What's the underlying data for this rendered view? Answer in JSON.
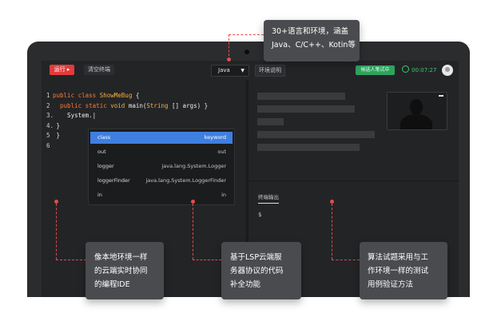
{
  "toolbar": {
    "run_label": "运行 ▸",
    "clear_label": "清空终端",
    "language": "Java",
    "env_label": "环境说明",
    "badge": "候选人笔试中",
    "timer": "00:07:27"
  },
  "editor": {
    "lines": [
      {
        "n": "1",
        "parts": [
          [
            "kw",
            "public class "
          ],
          [
            "cls",
            "ShowMeBug"
          ],
          [
            "",
            " {"
          ]
        ]
      },
      {
        "n": "2",
        "parts": [
          [
            "",
            "  "
          ],
          [
            "kw",
            "public static "
          ],
          [
            "cls",
            "void "
          ],
          [
            "",
            "main("
          ],
          [
            "cls",
            "String"
          ],
          [
            "",
            " [] args) }"
          ]
        ]
      },
      {
        "n": "3.",
        "parts": [
          [
            "",
            "    System.|"
          ]
        ]
      },
      {
        "n": "4.",
        "parts": [
          [
            "",
            " }"
          ]
        ]
      },
      {
        "n": "5",
        "parts": [
          [
            "",
            " }"
          ]
        ]
      },
      {
        "n": "6",
        "parts": [
          [
            "",
            ""
          ]
        ]
      }
    ],
    "autocomplete": [
      {
        "label": "class",
        "type": "keyword",
        "active": true
      },
      {
        "label": "out",
        "type": "out",
        "active": false
      },
      {
        "label": "logger",
        "type": "java.lang.System.Logger",
        "active": false
      },
      {
        "label": "loggerFinder",
        "type": "java.lang.System.LoggerFinder",
        "active": false
      },
      {
        "label": "in",
        "type": "in",
        "active": false
      }
    ]
  },
  "terminal": {
    "title": "终端输出",
    "prompt": "$"
  },
  "callouts": {
    "top": [
      "30+语言和环境，涵盖",
      "Java、C/C++、Kotin等"
    ],
    "bottom_left": [
      "像本地环境一样",
      "的云端实时协同",
      "的编程IDE"
    ],
    "bottom_middle": [
      "基于LSP云端服",
      "务器协议的代码",
      "补全功能"
    ],
    "bottom_right": [
      "算法试题采用与工",
      "作环境一样的测试",
      "用例验证方法"
    ]
  },
  "colors": {
    "accent_red": "#e23b3b",
    "badge_green": "#2ea35e",
    "highlight_blue": "#3f7fe0"
  }
}
